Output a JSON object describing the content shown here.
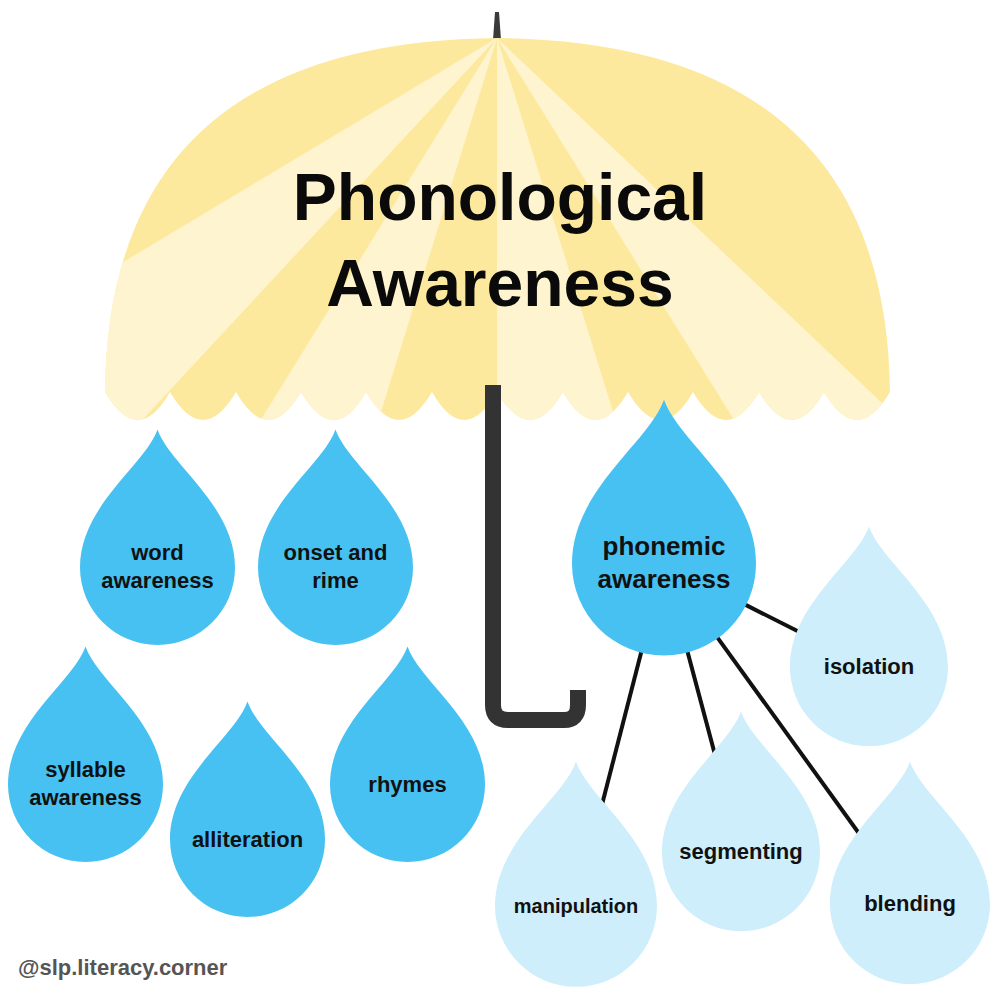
{
  "diagram": {
    "title": "Phonological Awareness",
    "nodes": [
      {
        "text": [
          "word awareness"
        ]
      },
      {
        "text": [
          "onset and rime"
        ]
      },
      {
        "text": [
          "phonemic awareness"
        ]
      },
      {
        "text": [
          "isolation"
        ]
      },
      {
        "text": [
          "syllable awareness"
        ]
      },
      {
        "text": [
          "alliteration"
        ]
      },
      {
        "text": [
          "rhymes"
        ]
      },
      {
        "text": [
          "manipulation"
        ]
      },
      {
        "text": [
          "segmenting"
        ]
      },
      {
        "text": [
          "blending"
        ]
      }
    ],
    "edges": [
      {
        "from": 2,
        "to": 3,
        "arrow": "none"
      },
      {
        "from": 2,
        "to": 9,
        "arrow": "none"
      },
      {
        "from": 2,
        "to": 8,
        "arrow": "none"
      },
      {
        "from": 2,
        "to": 7,
        "arrow": "none"
      }
    ],
    "labels": [
      "@slp.literacy.corner"
    ]
  }
}
